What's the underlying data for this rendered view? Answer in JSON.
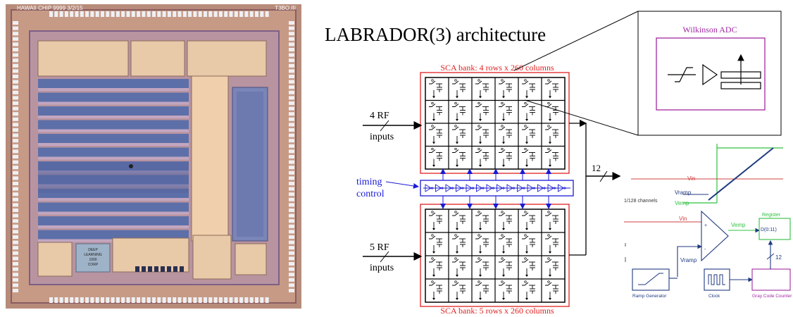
{
  "title": "LABRADOR(3) architecture",
  "die_photo": {
    "top_label_left": "HAWAII  CHIP 9999  3/2/15",
    "top_label_right": "T3BO.III",
    "logo_lines": [
      "DEEP",
      "LEARNING",
      "1000",
      "CORP"
    ]
  },
  "sca_top": {
    "label": "SCA bank: 4 rows x 260 columns",
    "input_count": "4 RF",
    "input_word": "inputs"
  },
  "sca_bottom": {
    "label": "SCA bank: 5 rows x 260 columns",
    "input_count": "5 RF",
    "input_word": "inputs"
  },
  "timing": {
    "line1": "timing",
    "line2": "control"
  },
  "bus_width": "12",
  "wilkinson": {
    "label": "Wilkinson ADC"
  },
  "adc_detail": {
    "channels": "1/128 channels",
    "vin_plot": "Vin",
    "vramp_plot": "Vramp",
    "vemp_plot": "Vemp",
    "vin_comp": "Vin",
    "vemp_out": "Vemp",
    "vramp_in": "Vramp",
    "register": "Register",
    "register_bits": "D(0:11)",
    "bus": "12",
    "ramp_gen": "Ramp Generator",
    "clock": "Clock",
    "gray": "Gray Code Counter"
  },
  "colors": {
    "sca_border": "#e02020",
    "timing": "#1a1ad6",
    "wilkinson": "#a02aa0",
    "vin": "#d04040",
    "vemp": "#30c040",
    "ramp": "#203a80"
  }
}
